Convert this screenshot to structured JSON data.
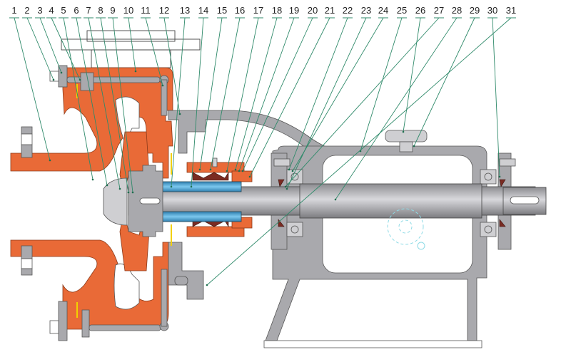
{
  "title": "Pump cross-section assembly drawing",
  "colors": {
    "casing": "#e96a37",
    "metal": "#a9a9ad",
    "sleeve": "#4aa8d8",
    "seal": "#7a2b22",
    "gasket": "#f2d000",
    "leader": "#2f8a6a"
  },
  "part_labels": [
    "1",
    "2",
    "3",
    "4",
    "5",
    "6",
    "7",
    "8",
    "9",
    "10",
    "11",
    "12",
    "13",
    "14",
    "15",
    "16",
    "17",
    "18",
    "19",
    "20",
    "21",
    "22",
    "23",
    "24",
    "25",
    "26",
    "27",
    "28",
    "29",
    "30",
    "31"
  ]
}
